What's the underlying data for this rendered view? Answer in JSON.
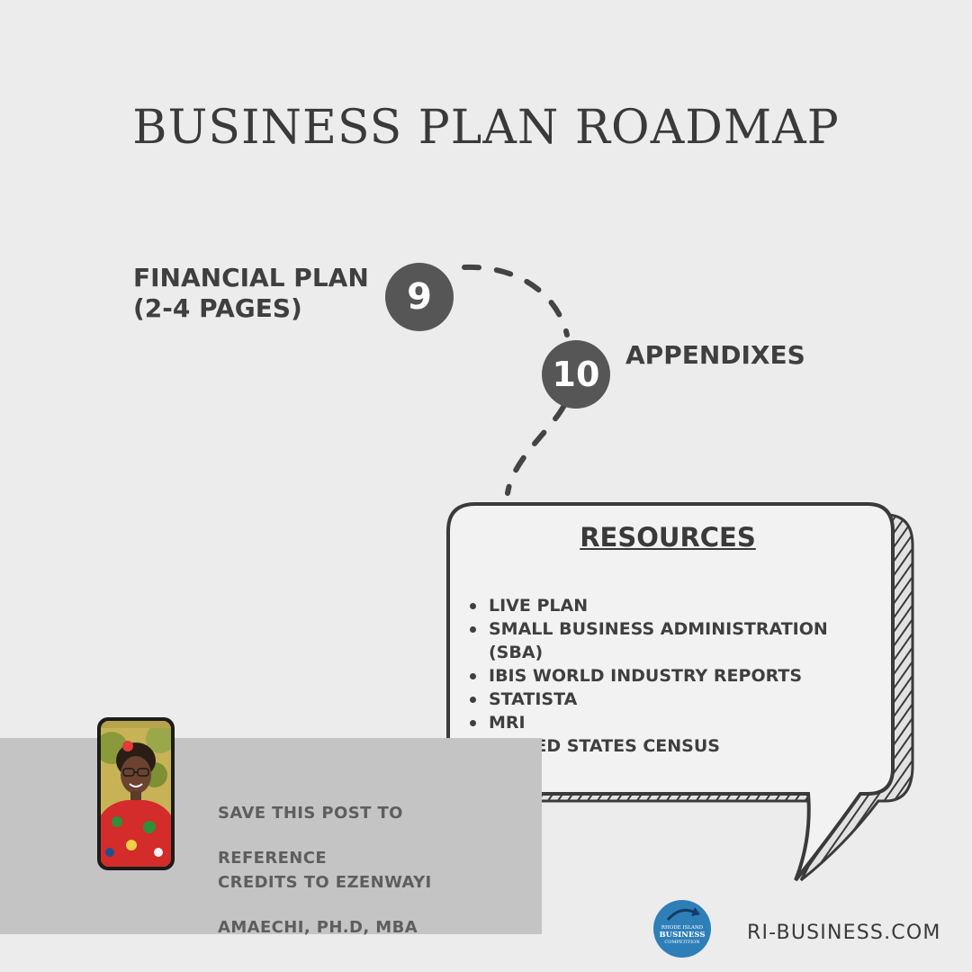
{
  "title": "BUSINESS PLAN ROADMAP",
  "steps": [
    {
      "number": "9",
      "label_line1": "FINANCIAL PLAN",
      "label_line2": "(2-4 PAGES)"
    },
    {
      "number": "10",
      "label_line1": "APPENDIXES"
    }
  ],
  "resources": {
    "heading": "RESOURCES",
    "items": [
      "LIVE PLAN",
      "SMALL BUSINESS ADMINISTRATION (SBA)",
      "IBIS WORLD INDUSTRY REPORTS",
      "STATISTA",
      "MRI",
      "UNITED STATES CENSUS"
    ]
  },
  "footer": {
    "save_line1": "SAVE THIS POST TO",
    "save_line2": "REFERENCE",
    "credits_line1": "CREDITS TO EZENWAYI",
    "credits_line2": "AMAECHI, PH.D, MBA",
    "logo_text": [
      "RHODE ISLAND",
      "BUSINESS",
      "COMPETITION"
    ],
    "website": "RI-BUSINESS.COM"
  },
  "colors": {
    "background": "#ececec",
    "circle": "#565656",
    "panel": "#c4c4c4",
    "logo": "#2e7fb8"
  }
}
